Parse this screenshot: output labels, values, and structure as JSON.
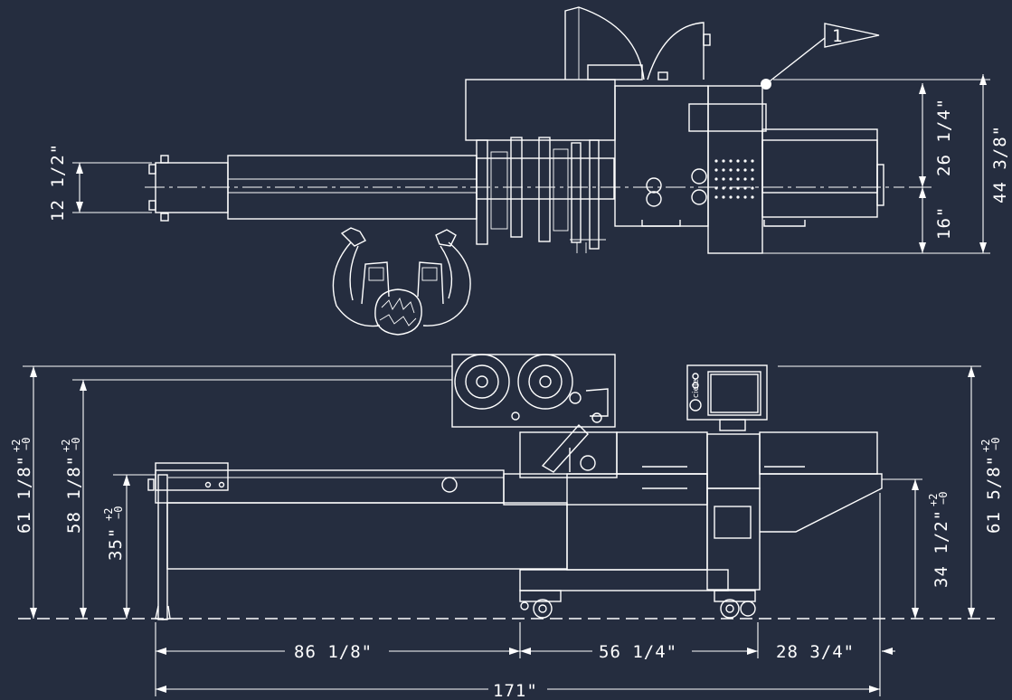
{
  "dimensions": {
    "top_left_height": "12 1/2\"",
    "top_right_upper": "26 1/4\"",
    "top_right_lower": "16\"",
    "top_right_total": "44 3/8\"",
    "side_left_outer": "61 1/8\"",
    "side_left_outer_tol": "+2\n−0",
    "side_left_inner": "58 1/8\"",
    "side_left_inner_tol": "+2\n−0",
    "side_left_infeed": "35\"",
    "side_left_infeed_tol": "+2\n−0",
    "side_right_inner": "34 1/2\"",
    "side_right_inner_tol": "+2\n−0",
    "side_right_outer": "61 5/8\"",
    "side_right_outer_tol": "+2\n−0",
    "bottom_seg1": "86 1/8\"",
    "bottom_seg2": "56 1/4\"",
    "bottom_seg3": "28 3/4\"",
    "bottom_total": "171\""
  },
  "callout": {
    "number": "1"
  },
  "panel": {
    "brand": "ciele"
  },
  "colors": {
    "background": "#252d3f",
    "line": "#ffffff"
  }
}
